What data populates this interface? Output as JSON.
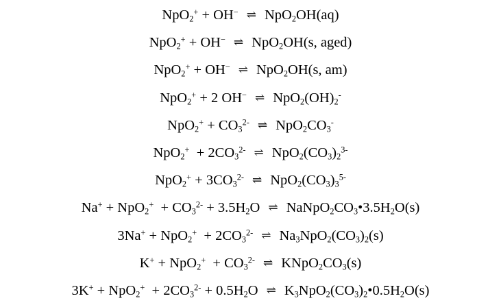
{
  "arrow": "⇌",
  "equations": [
    {
      "left": [
        [
          "NpO"
        ],
        [
          "2",
          "sub"
        ],
        [
          "+",
          "sup"
        ],
        [
          " + OH"
        ],
        [
          "−",
          "sup"
        ]
      ],
      "right": [
        [
          "NpO"
        ],
        [
          "2",
          "sub"
        ],
        [
          "OH(aq)"
        ]
      ]
    },
    {
      "left": [
        [
          "NpO"
        ],
        [
          "2",
          "sub"
        ],
        [
          "+",
          "sup"
        ],
        [
          " + OH"
        ],
        [
          "−",
          "sup"
        ]
      ],
      "right": [
        [
          "NpO"
        ],
        [
          "2",
          "sub"
        ],
        [
          "OH(s, aged)"
        ]
      ]
    },
    {
      "left": [
        [
          "NpO"
        ],
        [
          "2",
          "sub"
        ],
        [
          "+",
          "sup"
        ],
        [
          " + OH"
        ],
        [
          "−",
          "sup"
        ]
      ],
      "right": [
        [
          "NpO"
        ],
        [
          "2",
          "sub"
        ],
        [
          "OH(s, am)"
        ]
      ]
    },
    {
      "left": [
        [
          "NpO"
        ],
        [
          "2",
          "sub"
        ],
        [
          "+",
          "sup"
        ],
        [
          " + 2 OH"
        ],
        [
          "−",
          "sup"
        ]
      ],
      "right": [
        [
          "NpO"
        ],
        [
          "2",
          "sub"
        ],
        [
          "(OH)"
        ],
        [
          "2",
          "sub"
        ],
        [
          "-",
          "sup"
        ]
      ]
    },
    {
      "left": [
        [
          "NpO"
        ],
        [
          "2",
          "sub"
        ],
        [
          "+",
          "sup"
        ],
        [
          " + CO"
        ],
        [
          "3",
          "sub"
        ],
        [
          "2-",
          "sup"
        ]
      ],
      "right": [
        [
          "NpO"
        ],
        [
          "2",
          "sub"
        ],
        [
          "CO"
        ],
        [
          "3",
          "sub"
        ],
        [
          "-",
          "sup"
        ]
      ]
    },
    {
      "left": [
        [
          "NpO"
        ],
        [
          "2",
          "sub"
        ],
        [
          "+",
          "sup"
        ],
        [
          "  + 2CO"
        ],
        [
          "3",
          "sub"
        ],
        [
          "2-",
          "sup"
        ]
      ],
      "right": [
        [
          "NpO"
        ],
        [
          "2",
          "sub"
        ],
        [
          "(CO"
        ],
        [
          "3",
          "sub"
        ],
        [
          ")"
        ],
        [
          "2",
          "sub"
        ],
        [
          "3-",
          "sup"
        ]
      ]
    },
    {
      "left": [
        [
          "NpO"
        ],
        [
          "2",
          "sub"
        ],
        [
          "+",
          "sup"
        ],
        [
          " + 3CO"
        ],
        [
          "3",
          "sub"
        ],
        [
          "2-",
          "sup"
        ]
      ],
      "right": [
        [
          "NpO"
        ],
        [
          "2",
          "sub"
        ],
        [
          "(CO"
        ],
        [
          "3",
          "sub"
        ],
        [
          ")"
        ],
        [
          "3",
          "sub"
        ],
        [
          "5-",
          "sup"
        ]
      ]
    },
    {
      "left": [
        [
          "Na"
        ],
        [
          "+",
          "sup"
        ],
        [
          " + NpO"
        ],
        [
          "2",
          "sub"
        ],
        [
          "+",
          "sup"
        ],
        [
          "  + CO"
        ],
        [
          "3",
          "sub"
        ],
        [
          "2-",
          "sup"
        ],
        [
          " + 3.5H"
        ],
        [
          "2",
          "sub"
        ],
        [
          "O"
        ]
      ],
      "right": [
        [
          "NaNpO"
        ],
        [
          "2",
          "sub"
        ],
        [
          "CO"
        ],
        [
          "3",
          "sub"
        ],
        [
          "•3.5H"
        ],
        [
          "2",
          "sub"
        ],
        [
          "O(s)"
        ]
      ]
    },
    {
      "left": [
        [
          "3Na"
        ],
        [
          "+",
          "sup"
        ],
        [
          " + NpO"
        ],
        [
          "2",
          "sub"
        ],
        [
          "+",
          "sup"
        ],
        [
          "  + 2CO"
        ],
        [
          "3",
          "sub"
        ],
        [
          "2-",
          "sup"
        ]
      ],
      "right": [
        [
          "Na"
        ],
        [
          "3",
          "sub"
        ],
        [
          "NpO"
        ],
        [
          "2",
          "sub"
        ],
        [
          "(CO"
        ],
        [
          "3",
          "sub"
        ],
        [
          ")"
        ],
        [
          "2",
          "sub"
        ],
        [
          "(s)"
        ]
      ]
    },
    {
      "left": [
        [
          "K"
        ],
        [
          "+",
          "sup"
        ],
        [
          " + NpO"
        ],
        [
          "2",
          "sub"
        ],
        [
          "+",
          "sup"
        ],
        [
          "  + CO"
        ],
        [
          "3",
          "sub"
        ],
        [
          "2-",
          "sup"
        ]
      ],
      "right": [
        [
          "KNpO"
        ],
        [
          "2",
          "sub"
        ],
        [
          "CO"
        ],
        [
          "3",
          "sub"
        ],
        [
          "(s)"
        ]
      ]
    },
    {
      "left": [
        [
          "3K"
        ],
        [
          "+",
          "sup"
        ],
        [
          " + NpO"
        ],
        [
          "2",
          "sub"
        ],
        [
          "+",
          "sup"
        ],
        [
          "  + 2CO"
        ],
        [
          "3",
          "sub"
        ],
        [
          "2-",
          "sup"
        ],
        [
          " + 0.5H"
        ],
        [
          "2",
          "sub"
        ],
        [
          "O"
        ]
      ],
      "right": [
        [
          "K"
        ],
        [
          "3",
          "sub"
        ],
        [
          "NpO"
        ],
        [
          "2",
          "sub"
        ],
        [
          "(CO"
        ],
        [
          "3",
          "sub"
        ],
        [
          ")"
        ],
        [
          "2",
          "sub"
        ],
        [
          "•0.5H"
        ],
        [
          "2",
          "sub"
        ],
        [
          "O(s)"
        ]
      ]
    }
  ]
}
